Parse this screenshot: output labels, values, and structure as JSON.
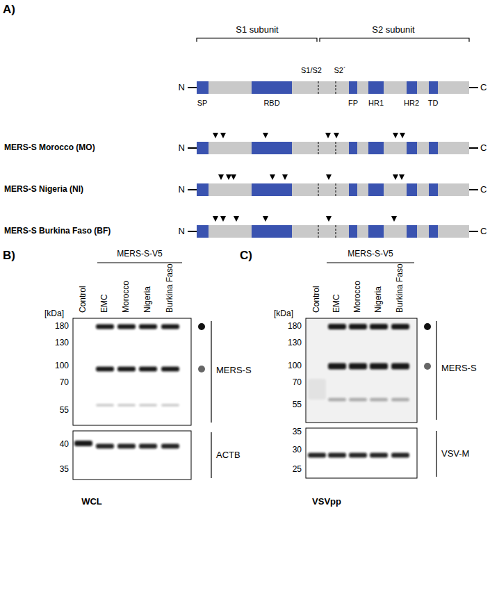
{
  "diagram": {
    "labels": [
      "A)",
      "S1 subunit",
      "S2 subunit",
      "S1/S2",
      "S2´",
      "N",
      "C",
      "SP",
      "RBD",
      "FP",
      "HR1",
      "HR2",
      "TD",
      "MERS-S Morocco (MO)",
      "N",
      "C",
      "MERS-S Nigeria (NI)",
      "N",
      "C",
      "MERS-S Burkina Faso (BF)",
      "N",
      "C",
      "B)",
      "MERS-S-V5",
      "Control",
      "EMC",
      "Morocco",
      "Nigeria",
      "Burkina Faso",
      "[kDa]",
      "180",
      "130",
      "100",
      "70",
      "55",
      "MERS-S",
      "40",
      "35",
      "ACTB",
      "WCL",
      "C)",
      "MERS-S-V5",
      "Control",
      "EMC",
      "Morocco",
      "Nigeria",
      "Burkina Faso",
      "[kDa]",
      "180",
      "130",
      "100",
      "70",
      "55",
      "MERS-S",
      "35",
      "30",
      "25",
      "VSV-M",
      "VSVpp"
    ]
  }
}
